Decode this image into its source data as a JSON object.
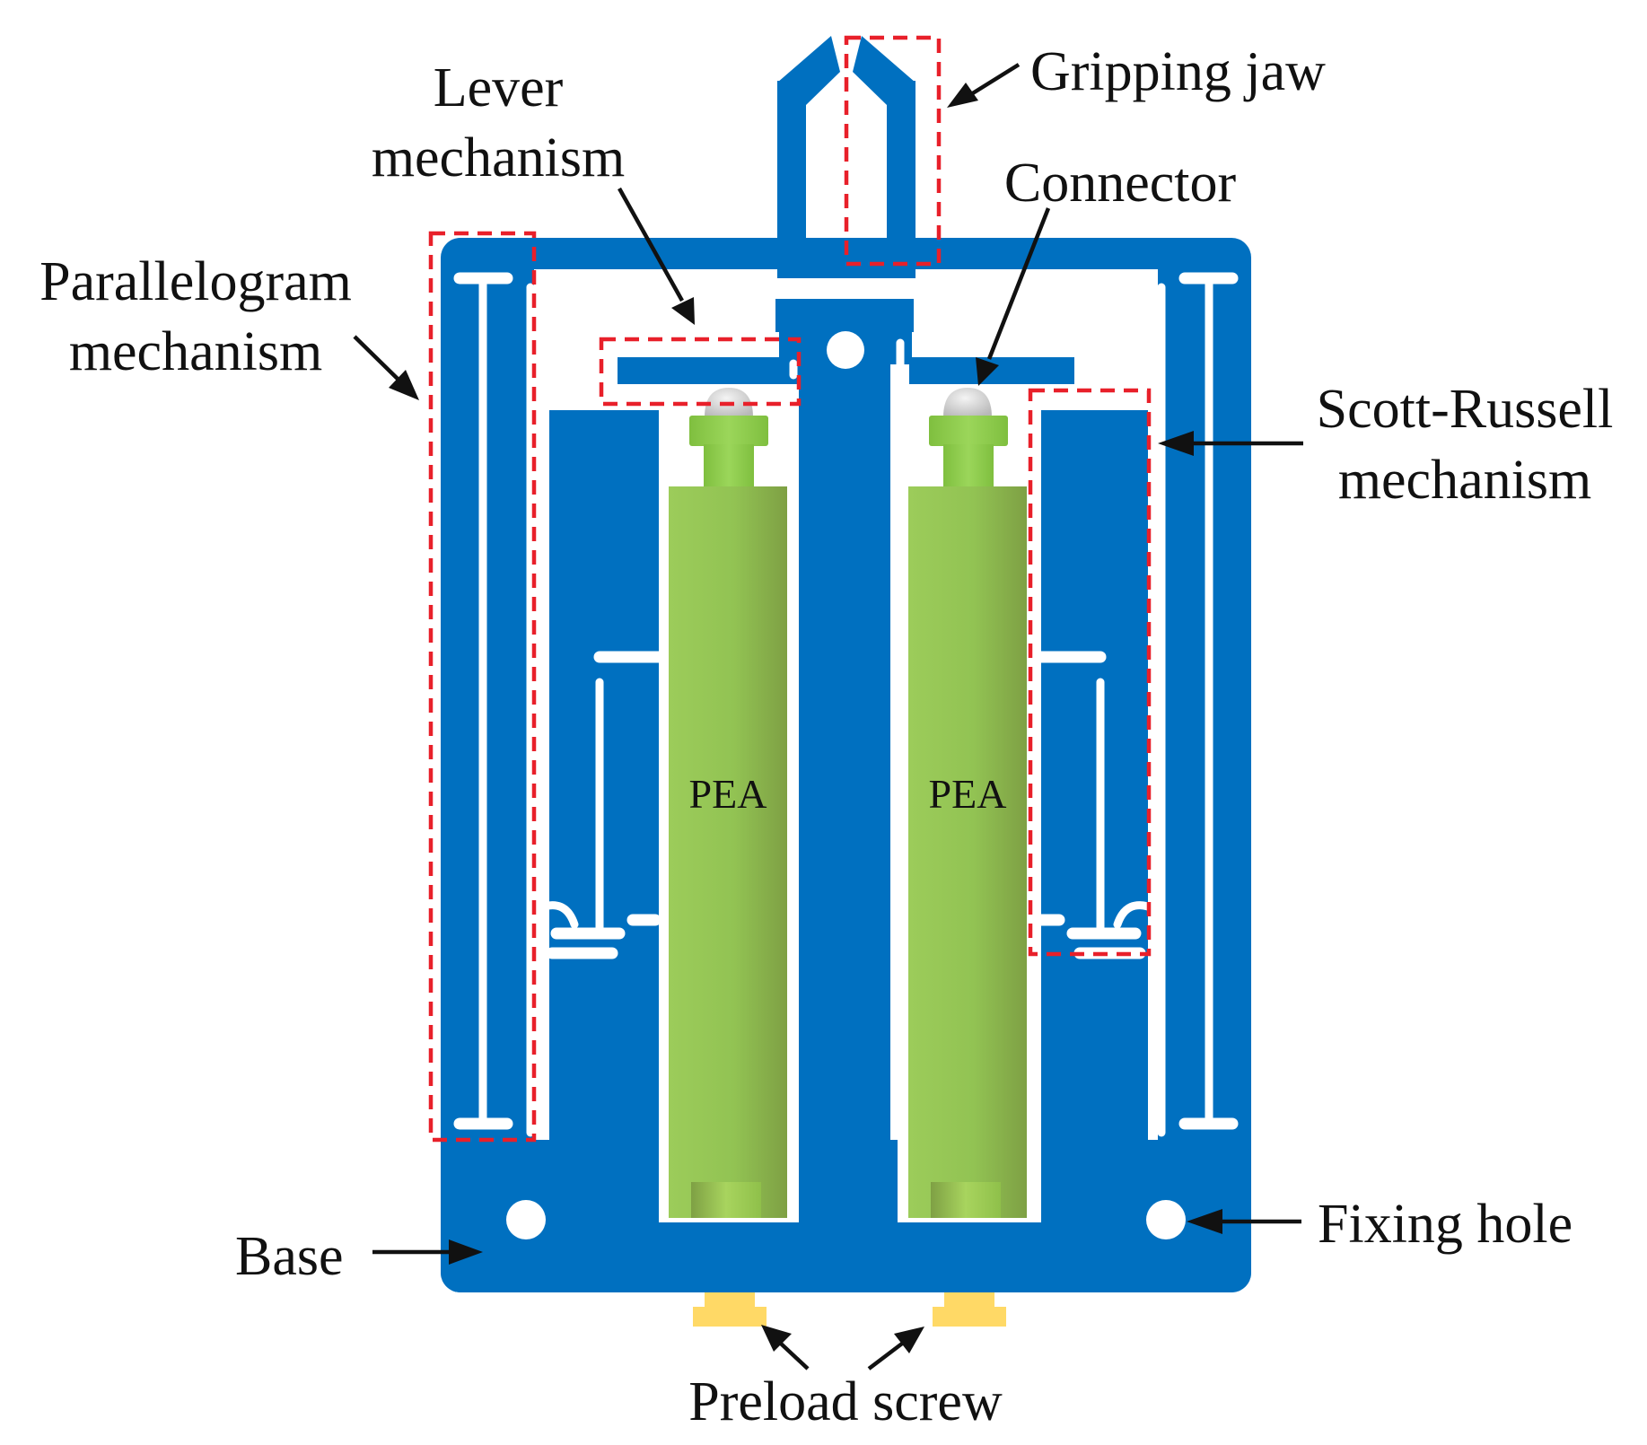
{
  "labels": {
    "gripping_jaw": "Gripping jaw",
    "lever_line1": "Lever",
    "lever_line2": "mechanism",
    "connector": "Connector",
    "parallelogram_line1": "Parallelogram",
    "parallelogram_line2": "mechanism",
    "scott_line1": "Scott-Russell",
    "scott_line2": "mechanism",
    "fixing_hole": "Fixing hole",
    "base": "Base",
    "preload_screw": "Preload screw",
    "pea_left": "PEA",
    "pea_right": "PEA"
  },
  "colors": {
    "body": "#0070c0",
    "cutout": "#ffffff",
    "actuator": "#92c353",
    "actuator_tip": "#8fd14f",
    "connector_ball": "#d0d0d0",
    "screw": "#ffd966",
    "highlight_box": "#e8202a",
    "arrow": "#111111"
  }
}
